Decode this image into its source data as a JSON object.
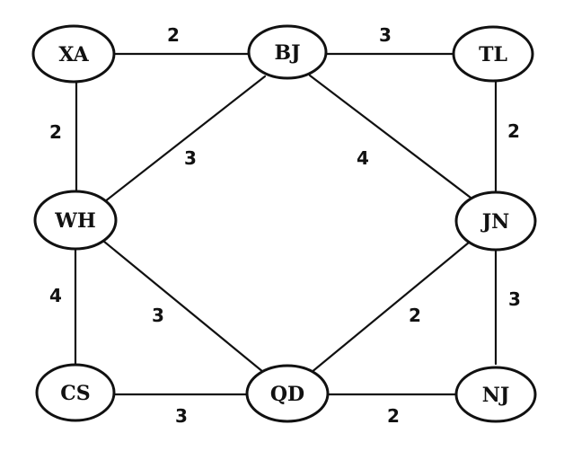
{
  "graph": {
    "nodes": [
      {
        "id": "XA",
        "label": "XA"
      },
      {
        "id": "BJ",
        "label": "BJ"
      },
      {
        "id": "TL",
        "label": "TL"
      },
      {
        "id": "WH",
        "label": "WH"
      },
      {
        "id": "JN",
        "label": "JN"
      },
      {
        "id": "CS",
        "label": "CS"
      },
      {
        "id": "QD",
        "label": "QD"
      },
      {
        "id": "NJ",
        "label": "NJ"
      }
    ],
    "edges": [
      {
        "from": "XA",
        "to": "BJ",
        "weight": "2"
      },
      {
        "from": "BJ",
        "to": "TL",
        "weight": "3"
      },
      {
        "from": "XA",
        "to": "WH",
        "weight": "2"
      },
      {
        "from": "BJ",
        "to": "WH",
        "weight": "3"
      },
      {
        "from": "BJ",
        "to": "JN",
        "weight": "4"
      },
      {
        "from": "TL",
        "to": "JN",
        "weight": "2"
      },
      {
        "from": "WH",
        "to": "CS",
        "weight": "4"
      },
      {
        "from": "WH",
        "to": "QD",
        "weight": "3"
      },
      {
        "from": "JN",
        "to": "QD",
        "weight": "2"
      },
      {
        "from": "JN",
        "to": "NJ",
        "weight": "3"
      },
      {
        "from": "CS",
        "to": "QD",
        "weight": "3"
      },
      {
        "from": "QD",
        "to": "NJ",
        "weight": "2"
      }
    ]
  }
}
